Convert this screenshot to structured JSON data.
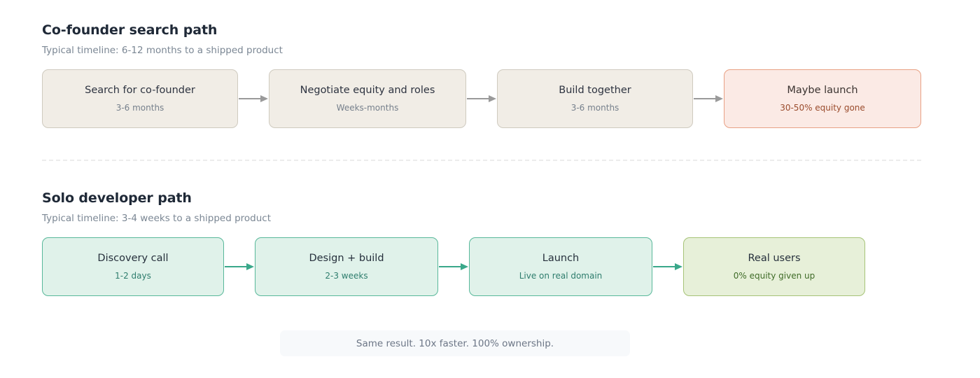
{
  "colors": {
    "background": "#ffffff",
    "heading": "#1f2937",
    "subheading": "#7b8794",
    "neutral_fill": "#f1ede6",
    "neutral_border": "#cfcabf",
    "danger_fill": "#fbeae5",
    "danger_border": "#e8a184",
    "danger_text": "#9a4b2c",
    "teal_fill": "#e0f2ea",
    "teal_border": "#58b89a",
    "teal_text": "#2e7d6d",
    "olive_fill": "#e7f0d9",
    "olive_border": "#a6c377",
    "olive_text": "#3f6b27",
    "arrow_gray": "#9a9a9a",
    "arrow_teal": "#3aa88a",
    "divider": "#ececec",
    "footer_fill": "#f7f9fb",
    "footer_text": "#6c7686"
  },
  "sections": [
    {
      "title": "Co-founder search path",
      "subtitle": "Typical timeline: 6-12 months to a shipped product",
      "arrow_color": "#9a9a9a",
      "nodes": [
        {
          "title": "Search for co-founder",
          "sub": "3-6 months",
          "variant": "neutral"
        },
        {
          "title": "Negotiate equity and roles",
          "sub": "Weeks-months",
          "variant": "neutral"
        },
        {
          "title": "Build together",
          "sub": "3-6 months",
          "variant": "neutral"
        },
        {
          "title": "Maybe launch",
          "sub": "30-50% equity gone",
          "variant": "danger"
        }
      ]
    },
    {
      "title": "Solo developer path",
      "subtitle": "Typical timeline: 3-4 weeks to a shipped product",
      "arrow_color": "#3aa88a",
      "nodes": [
        {
          "title": "Discovery call",
          "sub": "1-2 days",
          "variant": "teal"
        },
        {
          "title": "Design + build",
          "sub": "2-3 weeks",
          "variant": "teal"
        },
        {
          "title": "Launch",
          "sub": "Live on real domain",
          "variant": "teal"
        },
        {
          "title": "Real users",
          "sub": "0% equity given up",
          "variant": "olive"
        }
      ]
    }
  ],
  "footer": {
    "text": "Same result. 10x faster. 100% ownership."
  }
}
